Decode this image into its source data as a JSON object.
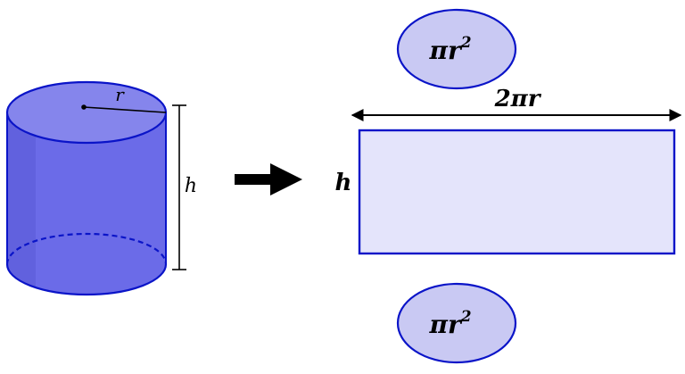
{
  "diagram": {
    "colors": {
      "outline": "#0a14c8",
      "cylinder_body": "#6b6be8",
      "cylinder_side_dark": "#5a5ad6",
      "cylinder_top": "#8585ec",
      "net_fill": "#e4e4fb",
      "disk_fill": "#c9c9f3",
      "arrow": "#000000"
    },
    "cylinder": {
      "radius_label": "r",
      "height_label": "h"
    },
    "net": {
      "width_label": "2πr",
      "height_label": "h",
      "top_disk": {
        "base": "πr",
        "exponent": "2"
      },
      "bottom_disk": {
        "base": "πr",
        "exponent": "2"
      }
    }
  }
}
